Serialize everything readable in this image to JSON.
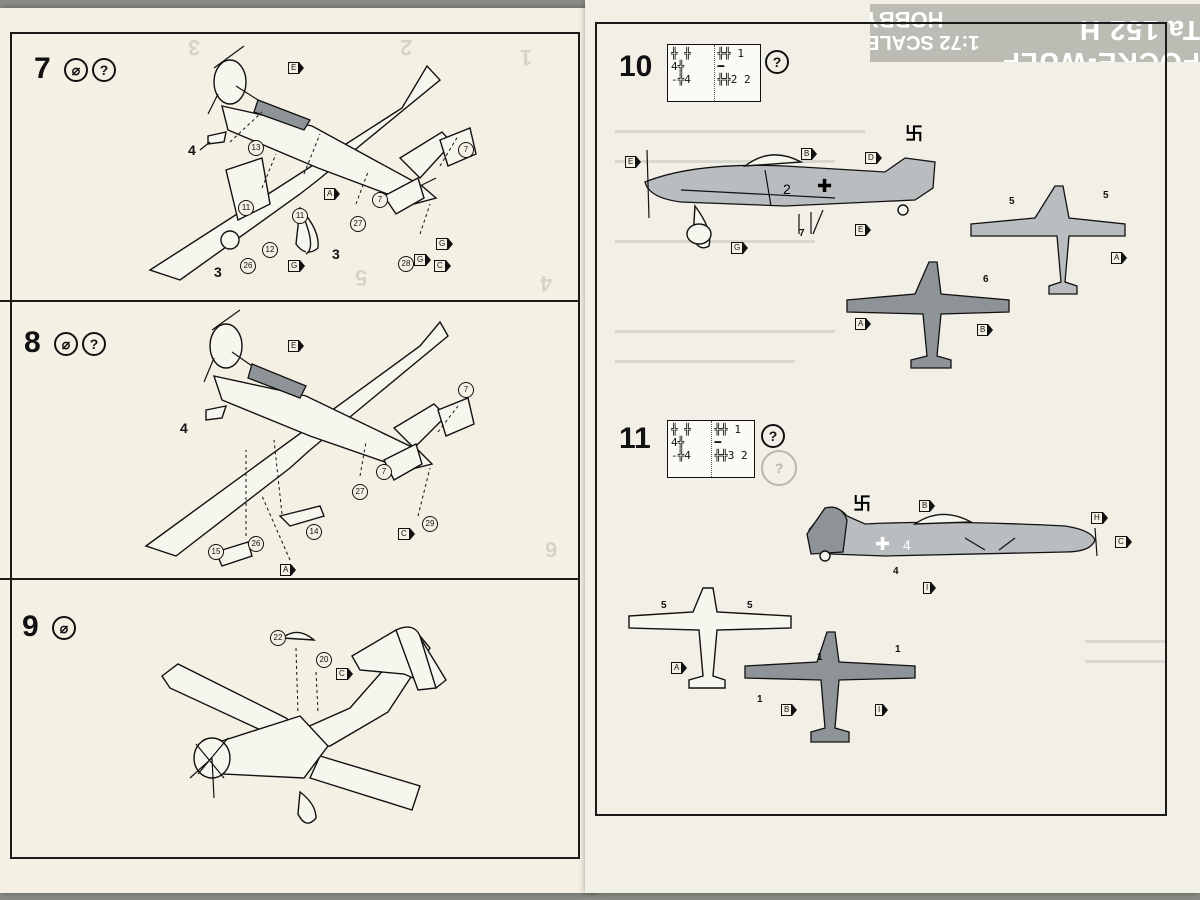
{
  "left_sheet": {
    "steps": [
      {
        "number": "7",
        "symbols": [
          "glue-icon",
          "question-icon"
        ],
        "parts": [
          "4",
          "3",
          "3",
          "7",
          "7",
          "13",
          "11",
          "11",
          "12",
          "26",
          "27",
          "28"
        ],
        "flags": [
          "E",
          "A",
          "G",
          "G",
          "G",
          "C"
        ]
      },
      {
        "number": "8",
        "symbols": [
          "glue-icon",
          "question-icon"
        ],
        "parts": [
          "4",
          "7",
          "7",
          "14",
          "15",
          "26",
          "27",
          "29"
        ],
        "flags": [
          "E",
          "C",
          "A"
        ]
      },
      {
        "number": "9",
        "symbols": [
          "glue-icon"
        ],
        "parts": [
          "22",
          "20"
        ],
        "flags": [
          "C"
        ]
      }
    ],
    "ghost_marks": [
      "3",
      "2",
      "1",
      "5",
      "4",
      "6"
    ]
  },
  "right_sheet": {
    "header_fragments": [
      "FOCKE-WULF Ta 152 H",
      "1:72 SCALE",
      "HOBBY"
    ],
    "step10": {
      "number": "10",
      "symbol": "question-icon",
      "decal_sheet": [
        "╬ ╬\n4╬   \n-╬4",
        "╬╬ 1\n━\n╬╬2 2"
      ],
      "side_view_number": "2",
      "flags": [
        "E",
        "B",
        "D",
        "E",
        "G",
        "A",
        "B"
      ],
      "parts": [
        "7",
        "5",
        "5",
        "6"
      ]
    },
    "step11": {
      "number": "11",
      "symbol": "question-icon",
      "decal_sheet": [
        "╬ ╬\n4╬   \n-╬4",
        "╬╬ 1\n━\n╬╬3 2"
      ],
      "side_view_number": "4",
      "flags": [
        "B",
        "H",
        "C",
        "I",
        "A",
        "B",
        "I"
      ],
      "parts": [
        "4",
        "5",
        "5",
        "1",
        "1",
        "1"
      ]
    }
  },
  "colors": {
    "paper": "#f4f1e4",
    "ink": "#111111",
    "camo": "#8e9398"
  }
}
